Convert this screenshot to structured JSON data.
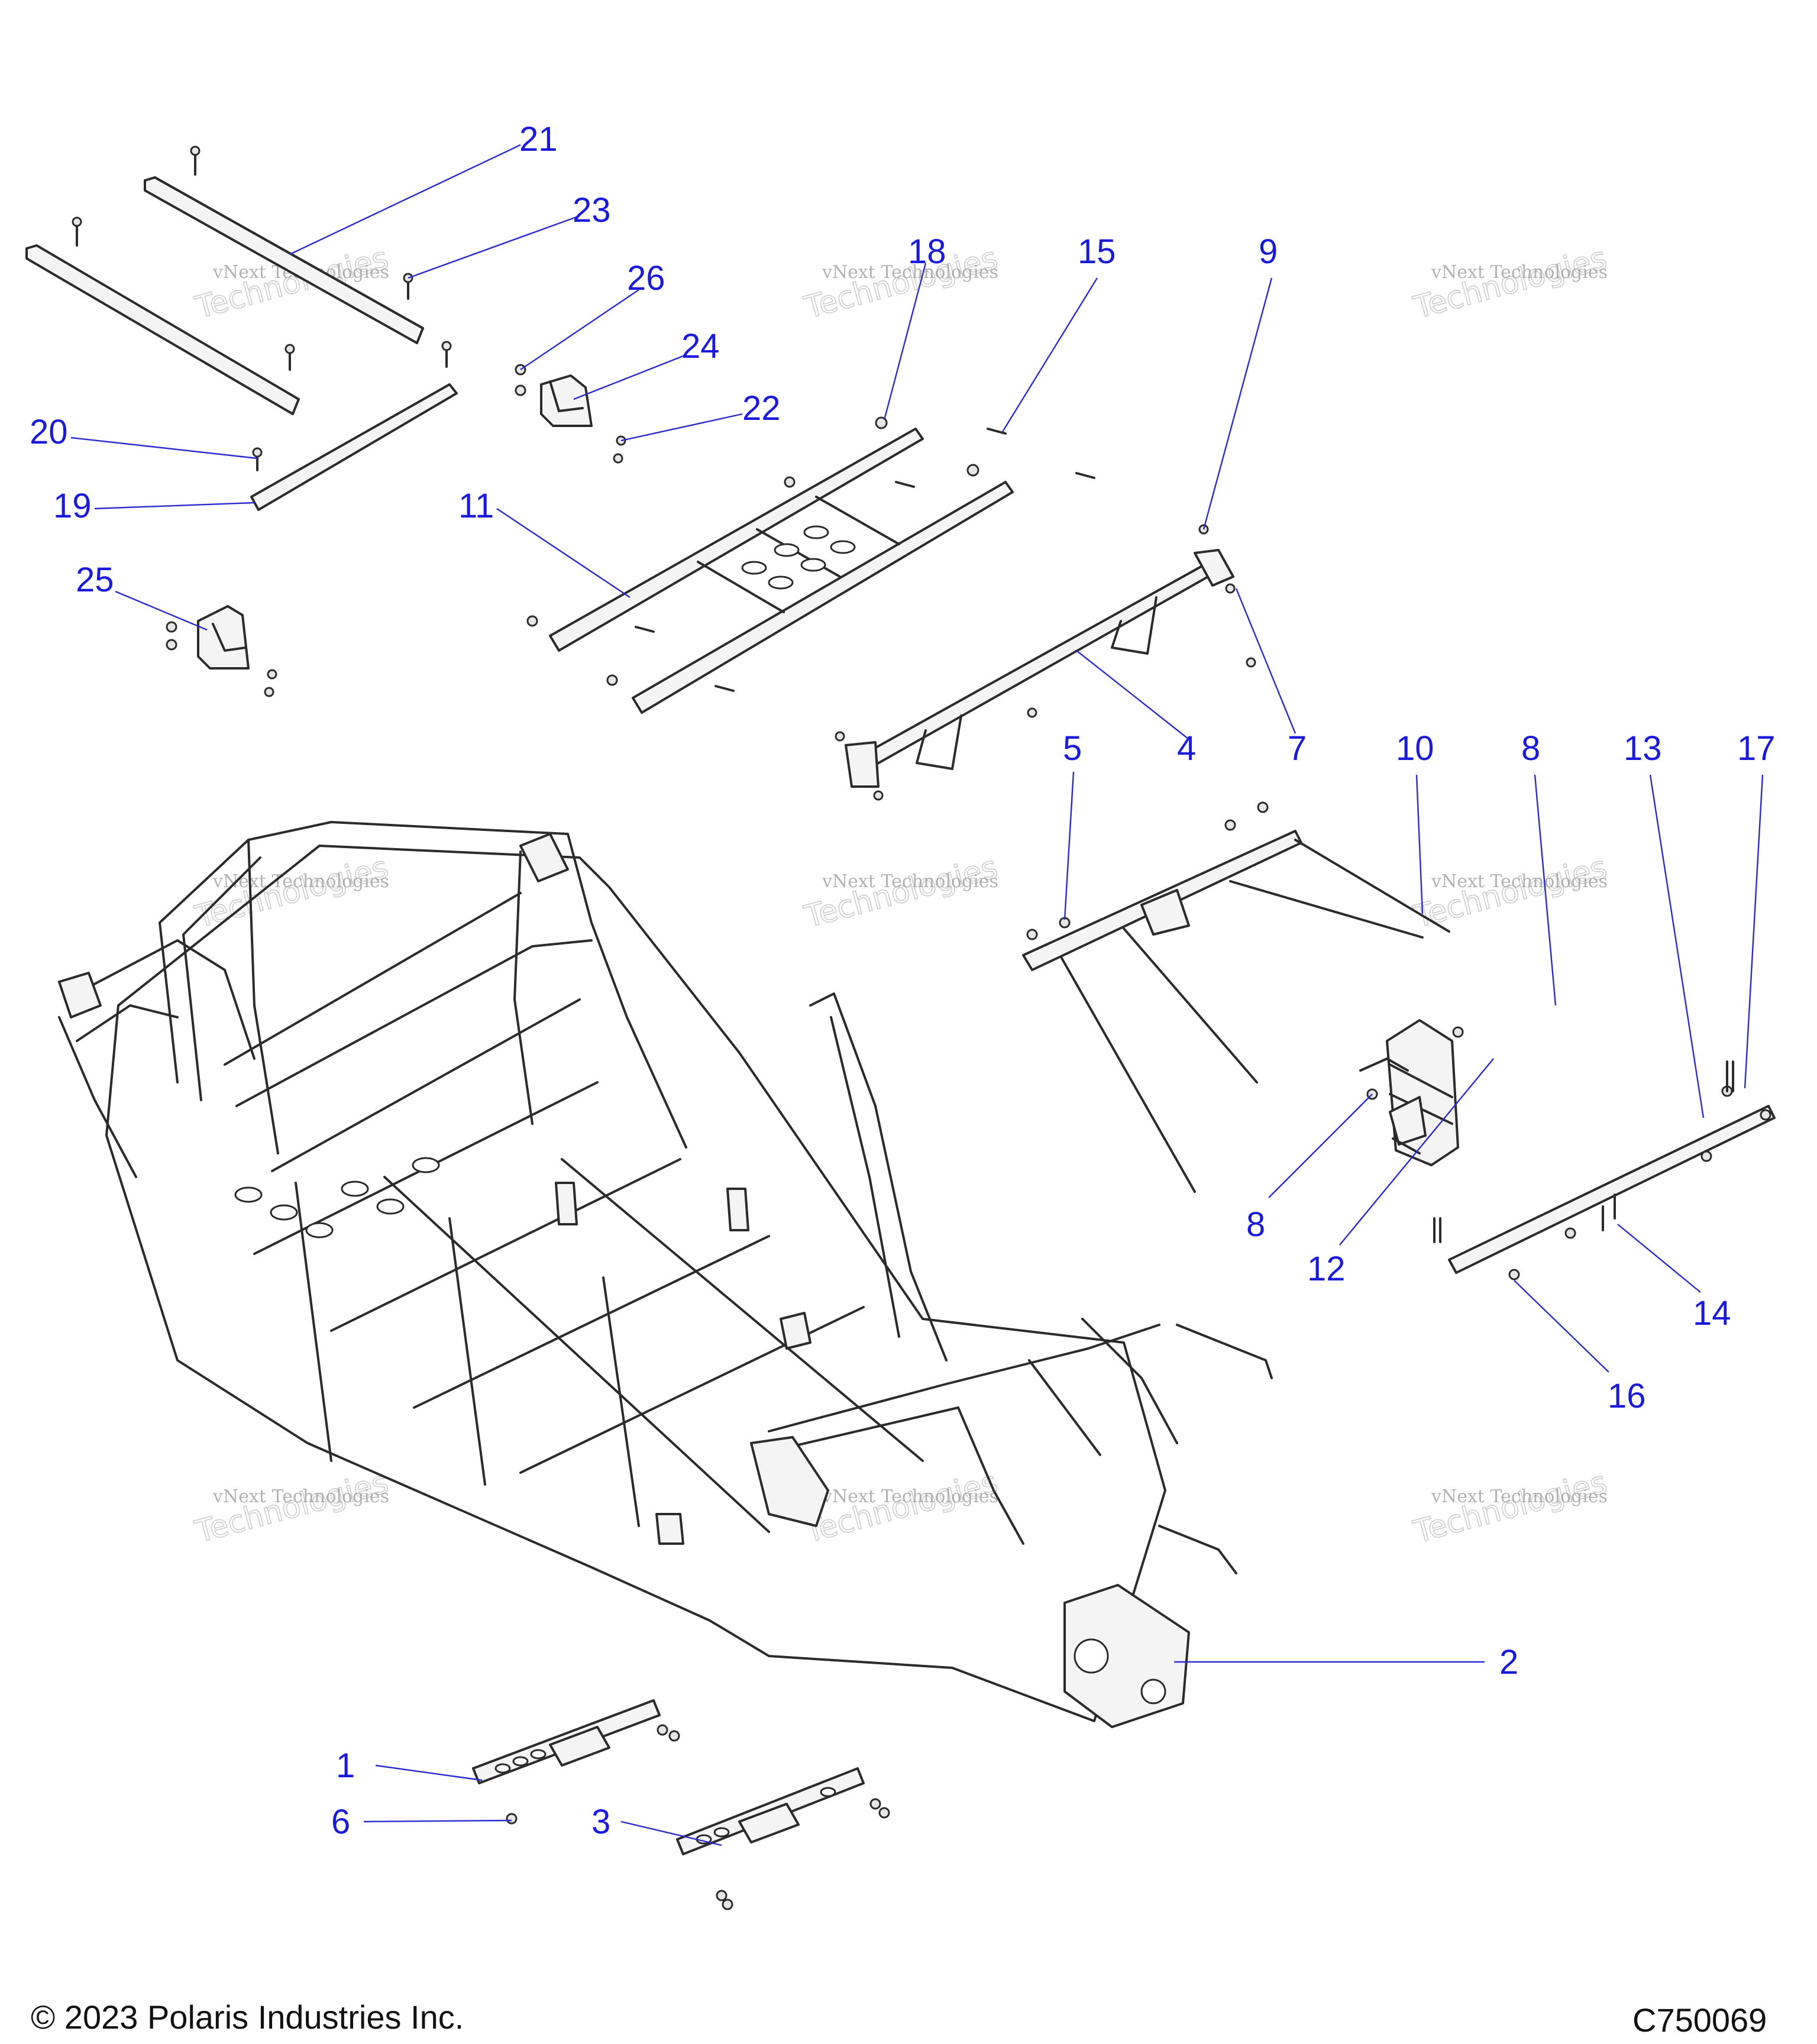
{
  "callouts": [
    {
      "id": "1",
      "label": "1"
    },
    {
      "id": "2",
      "label": "2"
    },
    {
      "id": "3",
      "label": "3"
    },
    {
      "id": "4",
      "label": "4"
    },
    {
      "id": "5",
      "label": "5"
    },
    {
      "id": "6",
      "label": "6"
    },
    {
      "id": "7",
      "label": "7"
    },
    {
      "id": "8a",
      "label": "8"
    },
    {
      "id": "8b",
      "label": "8"
    },
    {
      "id": "9",
      "label": "9"
    },
    {
      "id": "10",
      "label": "10"
    },
    {
      "id": "11",
      "label": "11"
    },
    {
      "id": "12",
      "label": "12"
    },
    {
      "id": "13",
      "label": "13"
    },
    {
      "id": "14",
      "label": "14"
    },
    {
      "id": "15",
      "label": "15"
    },
    {
      "id": "16",
      "label": "16"
    },
    {
      "id": "17",
      "label": "17"
    },
    {
      "id": "18",
      "label": "18"
    },
    {
      "id": "19",
      "label": "19"
    },
    {
      "id": "20",
      "label": "20"
    },
    {
      "id": "21",
      "label": "21"
    },
    {
      "id": "22",
      "label": "22"
    },
    {
      "id": "23",
      "label": "23"
    },
    {
      "id": "24",
      "label": "24"
    },
    {
      "id": "25",
      "label": "25"
    },
    {
      "id": "26",
      "label": "26"
    }
  ],
  "watermark": {
    "line1": "vNext Technologies",
    "line2": "vNext",
    "line3": "Technologies"
  },
  "footer": {
    "copyright": "© 2023 Polaris Industries Inc.",
    "code": "C750069"
  },
  "colors": {
    "callout": "#1a1adb",
    "line": "#2b2b2b",
    "background": "#ffffff"
  }
}
